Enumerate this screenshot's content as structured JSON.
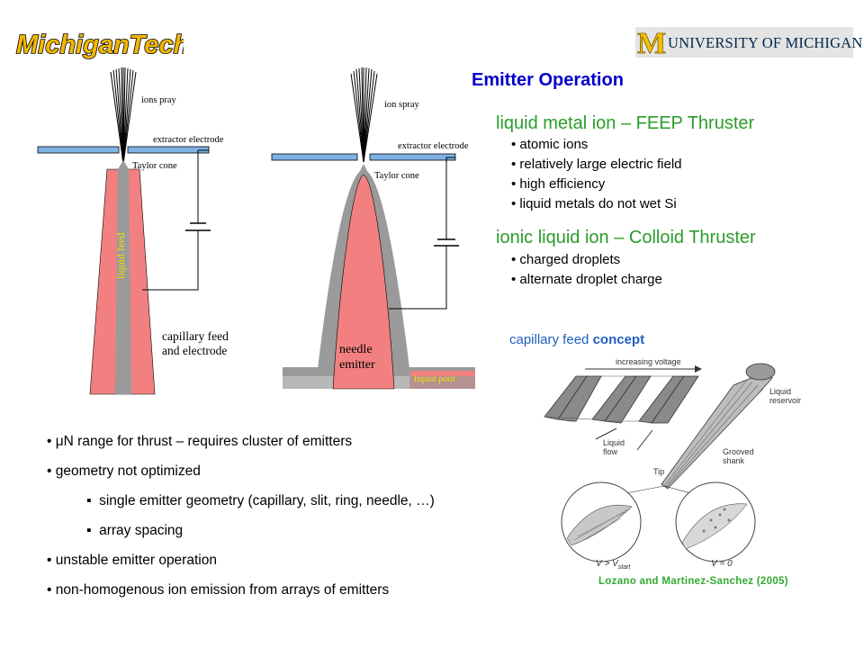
{
  "logos": {
    "left_text": "MichiganTech",
    "right_text": "UNIVERSITY OF MICHIGAN",
    "right_letter": "M",
    "colors": {
      "tech_yellow": "#f2b705",
      "umich_maize": "#f2c200",
      "umich_blue": "#00274c"
    }
  },
  "title": "Emitter Operation",
  "sections": [
    {
      "heading": "liquid metal ion – FEEP Thruster",
      "bullets": [
        "atomic ions",
        "relatively large electric field",
        "high efficiency",
        "liquid metals do not wet Si"
      ]
    },
    {
      "heading": "ionic liquid ion – Colloid Thruster",
      "bullets": [
        "charged droplets",
        "alternate droplet charge"
      ]
    }
  ],
  "diagram_left": {
    "ion_label": "ions pray",
    "electrode": "extractor electrode",
    "cone": "Taylor cone",
    "feed_label": "liquid feed",
    "capillary_1": "capillary feed",
    "capillary_2": "and electrode"
  },
  "diagram_right": {
    "ion_label": "ion spray",
    "electrode": "extractor electrode",
    "cone": "Taylor cone",
    "needle_1": "needle",
    "needle_2": "emitter",
    "pool": "liquid pool"
  },
  "concept": {
    "caption_a": "capillary feed",
    "caption_b": "concept",
    "voltage": "increasing voltage",
    "reservoir_1": "Liquid",
    "reservoir_2": "reservoir",
    "flow_1": "Liquid",
    "flow_2": "flow",
    "shank_1": "Grooved",
    "shank_2": "shank",
    "tip": "Tip",
    "v_left": "V > V",
    "v_left_sub": "start",
    "v_right": "V = 0",
    "citation": "Lozano and Martinez-Sanchez (2005)"
  },
  "bottom": {
    "b1_mu": "μ",
    "b1_rest": "N range for thrust – requires cluster of emitters",
    "b2": "geometry not optimized",
    "b2a": "single emitter geometry (capillary, slit, ring, needle, …)",
    "b2b": "array spacing",
    "b3": "unstable emitter operation",
    "b4": "non-homogenous ion emission from arrays of emitters"
  },
  "colors": {
    "title": "#0000cc",
    "heading": "#2a9d2a",
    "pink": "#f28080",
    "electrode": "#7fb2e5"
  }
}
